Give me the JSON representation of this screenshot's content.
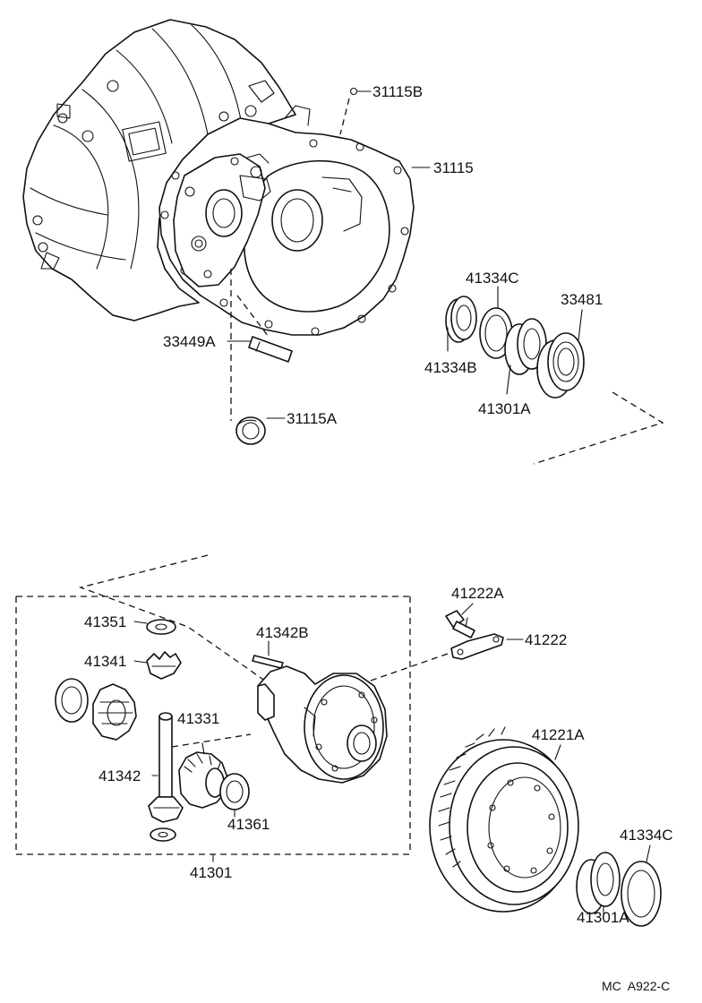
{
  "labels": {
    "p31115B": "31115B",
    "p31115": "31115",
    "p41334C_top": "41334C",
    "p33481": "33481",
    "p41334B": "41334B",
    "p41301A_top": "41301A",
    "p33449A": "33449A",
    "p31115A": "31115A",
    "p41222A": "41222A",
    "p41222": "41222",
    "p41351": "41351",
    "p41342B": "41342B",
    "p41341": "41341",
    "p41331": "41331",
    "p41342": "41342",
    "p41361": "41361",
    "p41301": "41301",
    "p41221A": "41221A",
    "p41334C_bottom": "41334C",
    "p41301A_bottom": "41301A"
  },
  "diagram_code": "MC  A922-C"
}
